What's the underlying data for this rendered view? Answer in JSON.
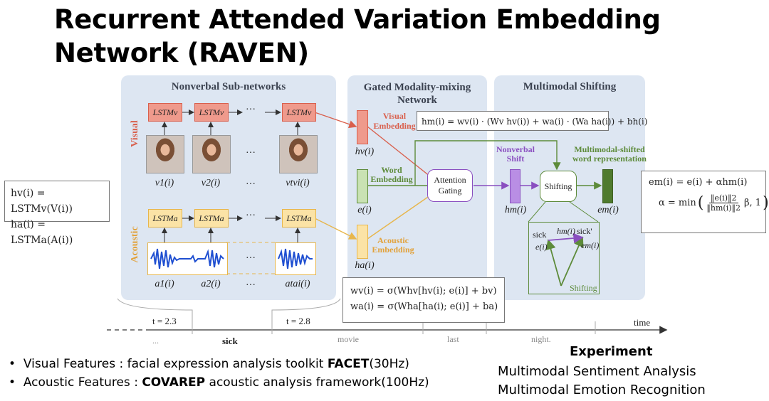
{
  "slide": {
    "title_line1": "Recurrent Attended Variation Embedding",
    "title_line2": "Network (RAVEN)"
  },
  "panels": {
    "nonverbal": "Nonverbal Sub-networks",
    "gated_line1": "Gated Modality-mixing",
    "gated_line2": "Network",
    "shifting": "Multimodal Shifting"
  },
  "lstm": {
    "visual_row": [
      "LSTMv",
      "LSTMv",
      "LSTMv"
    ],
    "acoustic_row": [
      "LSTMa",
      "LSTMa",
      "LSTMa"
    ],
    "ellipsis": "···"
  },
  "side_labels": {
    "visual": "Visual",
    "acoustic": "Acoustic"
  },
  "inputs": {
    "visual": [
      "v1(i)",
      "v2(i)",
      "vtvi(i)"
    ],
    "acoustic": [
      "a1(i)",
      "a2(i)",
      "atai(i)"
    ]
  },
  "embeddings": {
    "visual": "Visual Embedding",
    "word_line1": "Word",
    "word_line2": "Embedding",
    "acoustic_line1": "Acoustic",
    "acoustic_line2": "Embedding",
    "hv": "hv(i)",
    "e": "e(i)",
    "ha": "ha(i)"
  },
  "nodes": {
    "attention_line1": "Attention",
    "attention_line2": "Gating",
    "shifting": "Shifting"
  },
  "shift": {
    "nonverbal_line1": "Nonverbal",
    "nonverbal_line2": "Shift",
    "hm": "hm(i)",
    "mm_line1": "Multimodal-shifted",
    "mm_line2": "word representation",
    "em": "em(i)"
  },
  "inset": {
    "sick": "sick",
    "sick_prime": "sick'",
    "hm": "hm(i)",
    "e": "e(i)",
    "em": "em(i)",
    "label": "Shifting"
  },
  "equations": {
    "left_1": "hv(i) = LSTMv(V(i))",
    "left_2": "ha(i) = LSTMa(A(i))",
    "hm_eq": "hm(i) = wv(i) · (Wv hv(i)) + wa(i) · (Wa ha(i)) + bh(i)",
    "w_v": "wv(i) = σ(Whv[hv(i); e(i)] + bv)",
    "w_a": "wa(i) = σ(Wha[ha(i); e(i)] + ba)",
    "em_eq": "em(i) = e(i) + αhm(i)",
    "alpha_lhs": "α = min",
    "alpha_beta": "β, 1",
    "alpha_num": "‖e(i)‖2",
    "alpha_den": "‖hm(i)‖2"
  },
  "timeline": {
    "t1": "t = 2.3",
    "t2": "t = 2.8",
    "words": [
      "...",
      "sick",
      "movie",
      "last",
      "night."
    ],
    "time": "time"
  },
  "bullets": [
    {
      "pre": "Visual Features : facial expression analysis toolkit ",
      "bold": "FACET",
      "post": "(30Hz)"
    },
    {
      "pre": "Acoustic Features : ",
      "bold": "COVAREP",
      "post": " acoustic analysis framework(100Hz)"
    }
  ],
  "experiment": {
    "heading": "Experiment",
    "items": [
      "Multimodal Sentiment Analysis",
      "Multimodal Emotion Recognition"
    ]
  },
  "colors": {
    "visual": "#d9604d",
    "acoustic": "#e2a23b",
    "word": "#5d8b3a",
    "shift": "#8a4fc0",
    "panel": "#dde6f2"
  }
}
